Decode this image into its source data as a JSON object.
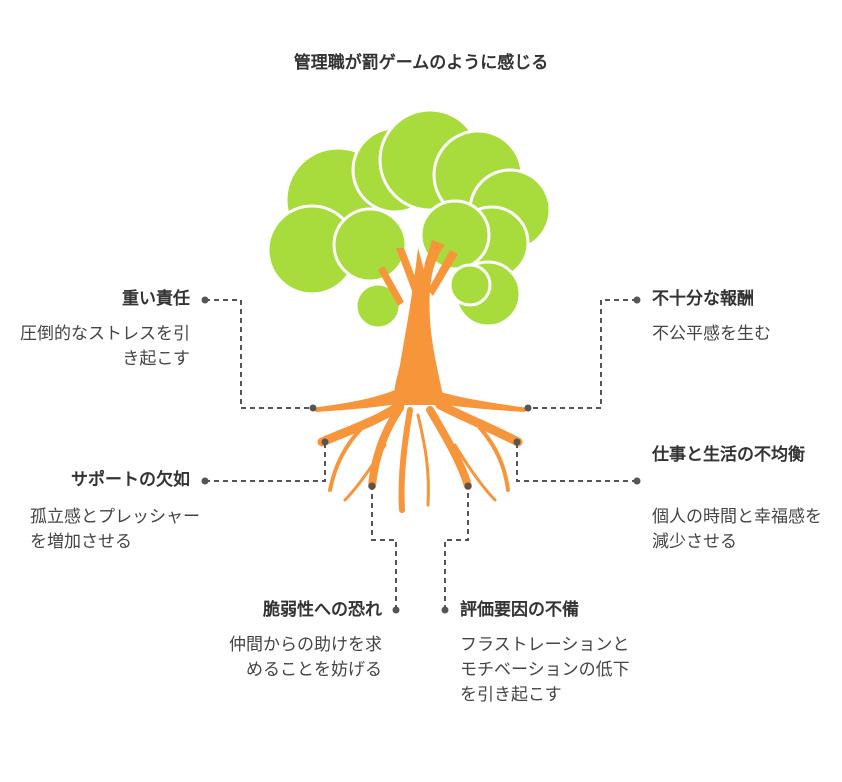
{
  "title": "管理職が罰ゲームのように感じる",
  "items": [
    {
      "label": "重い責任",
      "desc": "圧倒的なストレスを引き起こす"
    },
    {
      "label": "不十分な報酬",
      "desc": "不公平感を生む"
    },
    {
      "label": "サポートの欠如",
      "desc": "孤立感とプレッシャーを増加させる"
    },
    {
      "label": "仕事と生活の不均衡",
      "desc": "個人の時間と幸福感を減少させる"
    },
    {
      "label": "脆弱性への恐れ",
      "desc": "仲間からの助けを求めることを妨げる"
    },
    {
      "label": "評価要因の不備",
      "desc": "フラストレーションとモチベーションの低下を引き起こす"
    }
  ],
  "colors": {
    "foliage": "#a8dc3c",
    "trunk": "#f7953a",
    "connector": "#555555"
  }
}
